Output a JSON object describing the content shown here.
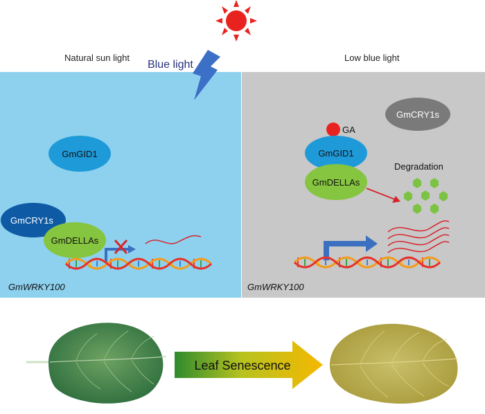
{
  "panels": {
    "left": {
      "heading": "Natural sun light",
      "light_label": "Blue light",
      "gene_label": "GmWRKY100",
      "proteins": {
        "gid1": "GmGID1",
        "cry1s": "GmCRY1s",
        "dellas": "GmDELLAs"
      }
    },
    "right": {
      "heading": "Low blue light",
      "gene_label": "GmWRKY100",
      "proteins": {
        "ga": "GA",
        "gid1": "GmGID1",
        "dellas": "GmDELLAs",
        "cry1s": "GmCRY1s"
      },
      "degradation_label": "Degradation"
    }
  },
  "bottom": {
    "arrow_label": "Leaf Senescence"
  },
  "colors": {
    "left_bg": "#8ed1ef",
    "right_bg": "#c8c8c8",
    "sun": "#e8231f",
    "lightning": "#3c6fc6",
    "gid1": "#1f9ad9",
    "cry1s": "#0e5aa5",
    "dellas": "#86c540",
    "cry1s_gray": "#7a7a7a",
    "transcript": "#d6252a",
    "promoter_arrow": "#3b6fc0",
    "hexagons": "#7cc243"
  },
  "icons": [
    "sun-icon",
    "lightning-icon",
    "dna-helix-icon",
    "promoter-arrow-icon",
    "inhibit-cross-icon",
    "transcript-wave-icon",
    "hexagon-fragments-icon",
    "green-leaf-icon",
    "yellow-leaf-icon"
  ]
}
